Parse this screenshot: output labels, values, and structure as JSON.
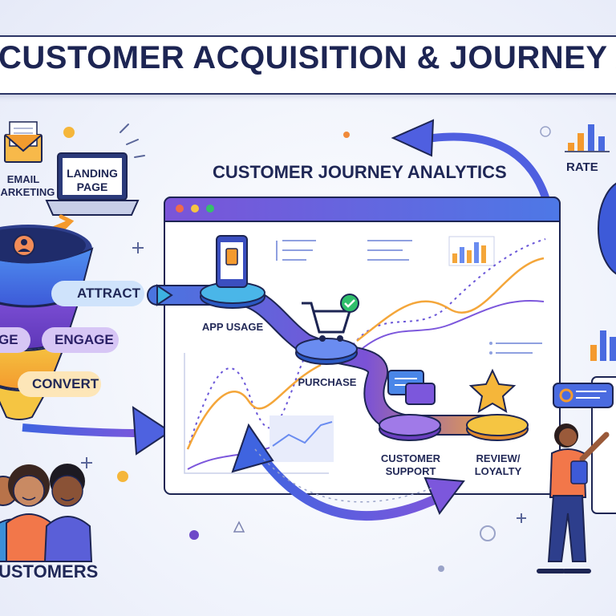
{
  "title": "CUSTOMER ACQUISITION & JOURNEY ANALY",
  "journey_title": "CUSTOMER JOURNEY ANALYTICS",
  "channels": {
    "email": [
      "EMAIL",
      "MARKETING"
    ],
    "landing": [
      "LANDING",
      "PAGE"
    ]
  },
  "funnel": {
    "attract": "ATTRACT",
    "engage_stub": "GE",
    "engage": "ENGAGE",
    "convert": "CONVERT"
  },
  "journey_stages": {
    "app_usage": "APP USAGE",
    "purchase": "PURCHASE",
    "customer_support": [
      "CUSTOMER",
      "SUPPORT"
    ],
    "review_loyalty": [
      "REVIEW/",
      "LOYALTY"
    ]
  },
  "customers_label": "USTOMERS",
  "rate_label": "RATE",
  "colors": {
    "navy": "#1d2553",
    "blue": "#3d5ad8",
    "purple": "#7d4fd6",
    "orange": "#f4a63a",
    "yellow": "#f5c542",
    "teal": "#3bb3d9",
    "green": "#2fbf6b"
  }
}
